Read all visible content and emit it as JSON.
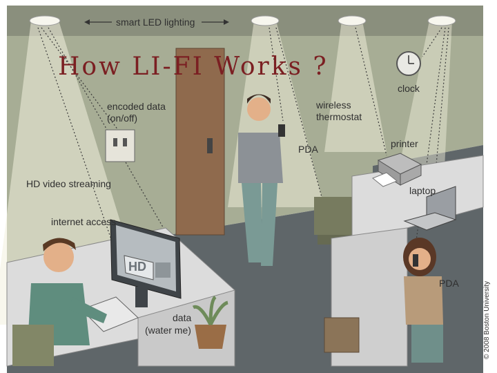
{
  "title": "How LI-FI  Works ?",
  "labels": {
    "smart_led": "smart LED lighting",
    "clock": "clock",
    "encoded_data_1": "encoded data",
    "encoded_data_2": "(on/off)",
    "wireless_1": "wireless",
    "wireless_2": "thermostat",
    "pda_standing": "PDA",
    "printer": "printer",
    "hd_video": "HD video streaming",
    "laptop": "laptop",
    "internet": "internet access",
    "pda_sitting": "PDA",
    "data_1": "data",
    "data_2": "(water me)",
    "monitor_hd": "HD"
  },
  "copyright": "© 2008 Boston University",
  "colors": {
    "title": "#7b1f22",
    "wall": "#a7ad95",
    "floor": "#5f6669",
    "desk": "#dcdcdc",
    "door": "#8f6a4d",
    "light_beam": "#f3f1de"
  }
}
